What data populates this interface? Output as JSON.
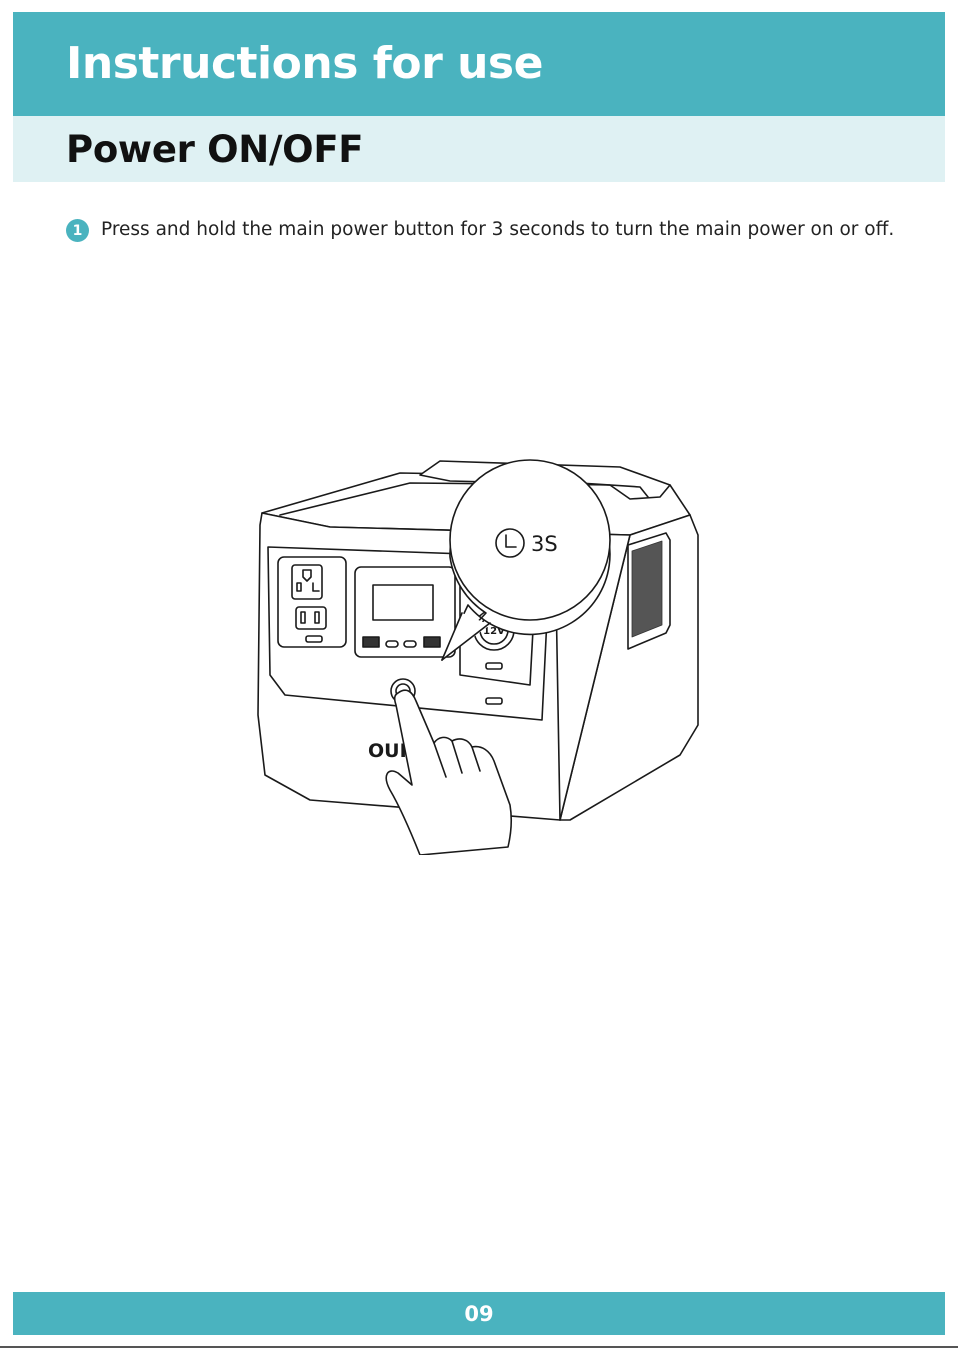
{
  "header": {
    "title": "Instructions for use"
  },
  "section": {
    "title": "Power ON/OFF"
  },
  "steps": [
    {
      "number": "1",
      "text": "Press and hold the main power button for 3 seconds to turn the main power on or off."
    }
  ],
  "illustration": {
    "timer_label": "3S",
    "brand_mark": "OUPE",
    "car_port_label": "12V",
    "icons": [
      "clock-icon",
      "hand-pointer-icon",
      "power-button-icon"
    ]
  },
  "footer": {
    "page_number": "09"
  },
  "colors": {
    "accent": "#4ab3bf",
    "accent_light": "#dff1f3"
  }
}
